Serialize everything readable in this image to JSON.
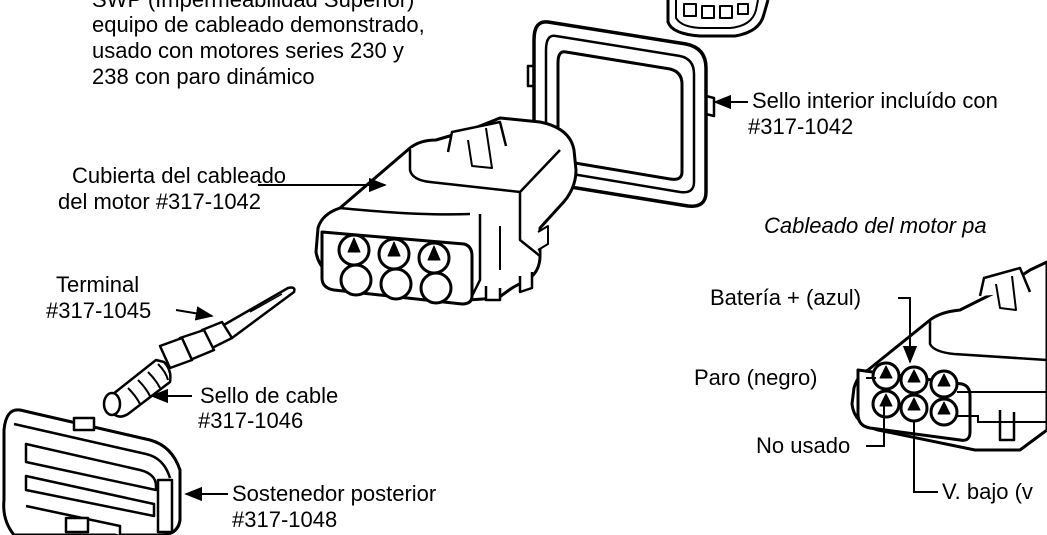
{
  "labels": {
    "swp_line1": "SWP (Impermeabilidad Superior)",
    "swp_line2": "equipo de cableado demonstrado,",
    "swp_line3": "usado con motores series 230 y",
    "swp_line4": "238 con paro dinámico",
    "seal_inner_line1": "Sello interior incluído con",
    "seal_inner_line2": "#317-1042",
    "cover_line1": "Cubierta del cableado",
    "cover_line2": "del motor #317-1042",
    "motor_wiring_caption": "Cableado del motor pa",
    "terminal_line1": "Terminal",
    "terminal_line2": "#317-1045",
    "battery_plus": "Batería + (azul)",
    "stop_black": "Paro (negro)",
    "wire_seal_line1": "Sello de cable",
    "wire_seal_line2": "#317-1046",
    "not_used": "No usado",
    "low_speed": "V. bajo (v",
    "rear_holder_line1": "Sostenedor posterior",
    "rear_holder_line2": "#317-1048"
  },
  "colors": {
    "ink": "#000000",
    "paper": "#ffffff"
  }
}
